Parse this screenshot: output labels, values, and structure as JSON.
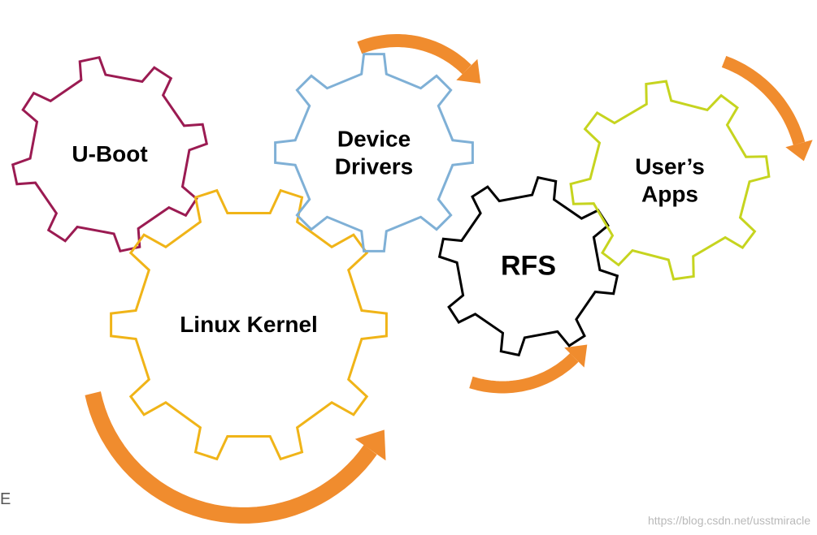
{
  "gears": [
    {
      "id": "uboot",
      "lines": [
        "U-Boot"
      ],
      "color": "#9b1b52"
    },
    {
      "id": "kernel",
      "lines": [
        "Linux Kernel"
      ],
      "color": "#f0b418"
    },
    {
      "id": "drivers",
      "lines": [
        "Device",
        "Drivers"
      ],
      "color": "#7fb0d6"
    },
    {
      "id": "rfs",
      "lines": [
        "RFS"
      ],
      "color": "#000000"
    },
    {
      "id": "apps",
      "lines": [
        "User’s",
        "Apps"
      ],
      "color": "#c6d41f"
    }
  ],
  "arrow_color": "#f08c2e",
  "corner_letter": "E",
  "watermark": "https://blog.csdn.net/usstmiracle"
}
